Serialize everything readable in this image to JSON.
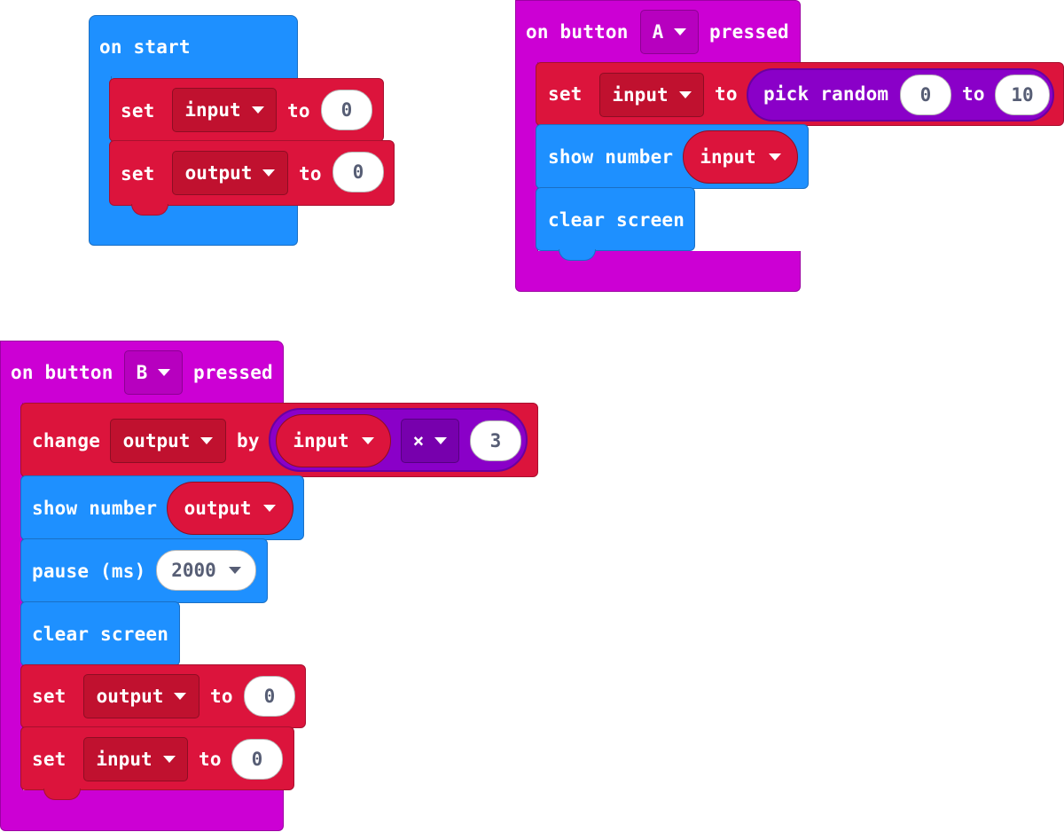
{
  "on_start": {
    "hat_label": "on start",
    "set1": {
      "keyword": "set",
      "variable": "input",
      "to_label": "to",
      "value": "0"
    },
    "set2": {
      "keyword": "set",
      "variable": "output",
      "to_label": "to",
      "value": "0"
    }
  },
  "button_a": {
    "hat_prefix": "on button",
    "button": "A",
    "hat_suffix": "pressed",
    "set": {
      "keyword": "set",
      "variable": "input",
      "to_label": "to"
    },
    "random": {
      "label": "pick random",
      "from": "0",
      "to_label": "to",
      "to": "10"
    },
    "show": {
      "label": "show number",
      "variable": "input"
    },
    "clear": {
      "label": "clear screen"
    }
  },
  "button_b": {
    "hat_prefix": "on button",
    "button": "B",
    "hat_suffix": "pressed",
    "change": {
      "keyword": "change",
      "variable": "output",
      "by_label": "by",
      "operand": "input",
      "operator": "×",
      "value": "3"
    },
    "show": {
      "label": "show number",
      "variable": "output"
    },
    "pause": {
      "label": "pause (ms)",
      "value": "2000"
    },
    "clear": {
      "label": "clear screen"
    },
    "set1": {
      "keyword": "set",
      "variable": "output",
      "to_label": "to",
      "value": "0"
    },
    "set2": {
      "keyword": "set",
      "variable": "input",
      "to_label": "to",
      "value": "0"
    }
  },
  "colors": {
    "basic_blue": "#1e90ff",
    "variables_red": "#dc143c",
    "input_magenta": "#cc00d4",
    "math_purple": "#8a00c8"
  }
}
